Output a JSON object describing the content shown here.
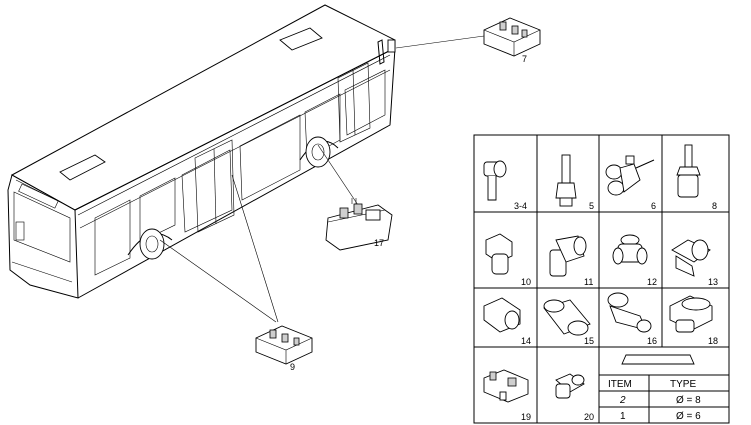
{
  "callouts": {
    "c7": "7",
    "c9": "9",
    "c17": "17"
  },
  "cells": [
    {
      "id": "cell-3-4",
      "label": "3-4"
    },
    {
      "id": "cell-5",
      "label": "5"
    },
    {
      "id": "cell-6",
      "label": "6"
    },
    {
      "id": "cell-8",
      "label": "8"
    },
    {
      "id": "cell-10",
      "label": "10"
    },
    {
      "id": "cell-11",
      "label": "11"
    },
    {
      "id": "cell-12",
      "label": "12"
    },
    {
      "id": "cell-13",
      "label": "13"
    },
    {
      "id": "cell-14",
      "label": "14"
    },
    {
      "id": "cell-15",
      "label": "15"
    },
    {
      "id": "cell-16",
      "label": "16"
    },
    {
      "id": "cell-18",
      "label": "18"
    },
    {
      "id": "cell-19",
      "label": "19"
    },
    {
      "id": "cell-20",
      "label": "20"
    }
  ],
  "table": {
    "header_item": "ITEM",
    "header_type": "TYPE",
    "rows": [
      {
        "item": "2",
        "type": "Ø = 8"
      },
      {
        "item": "1",
        "type": "Ø = 6"
      }
    ]
  }
}
